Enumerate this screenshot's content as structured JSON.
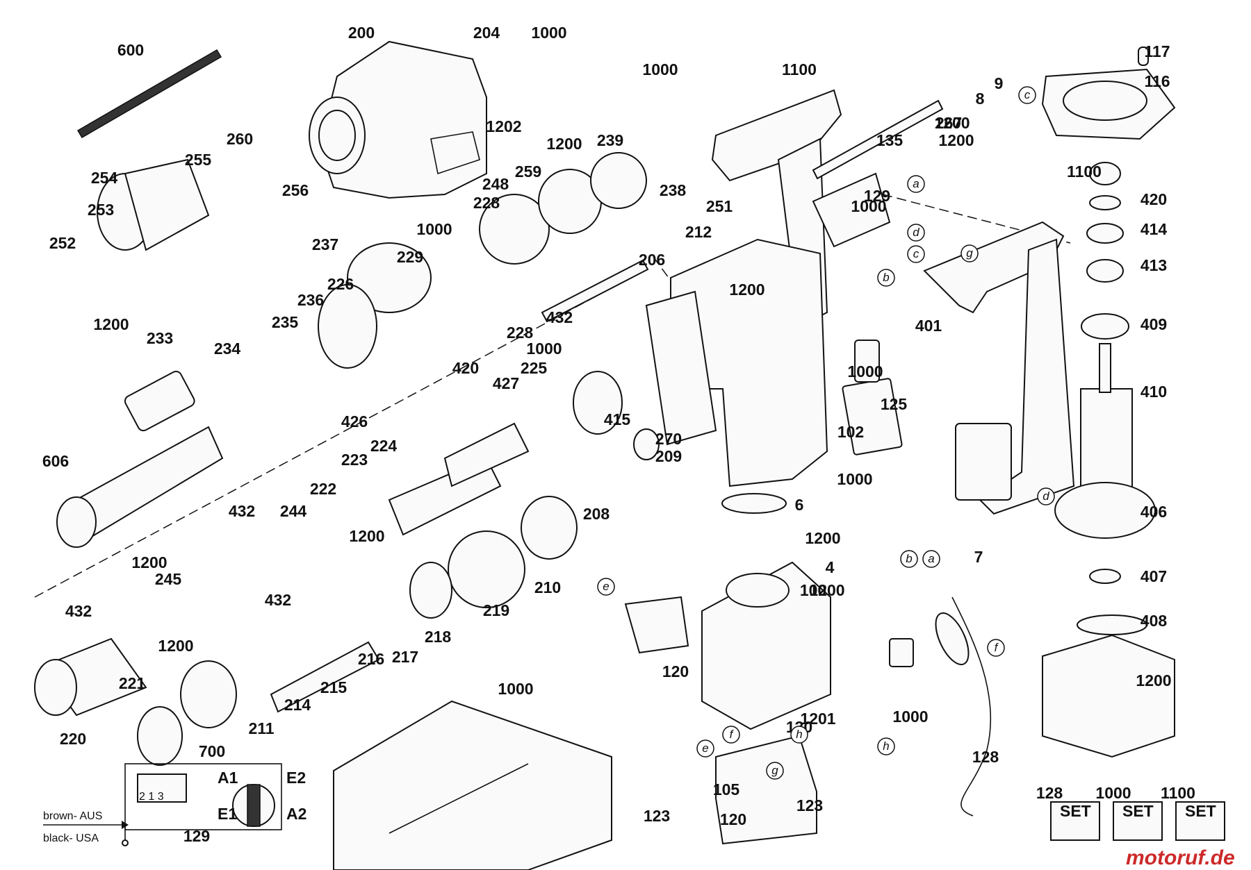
{
  "part_labels": [
    "600",
    "200",
    "204",
    "1000",
    "1000",
    "1100",
    "1200",
    "8",
    "9",
    "117",
    "116",
    "254",
    "253",
    "255",
    "260",
    "256",
    "252",
    "1200",
    "1202",
    "1200",
    "239",
    "259",
    "248",
    "238",
    "228",
    "237",
    "1000",
    "229",
    "226",
    "236",
    "235",
    "234",
    "233",
    "606",
    "432",
    "228",
    "1000",
    "420",
    "225",
    "427",
    "426",
    "224",
    "223",
    "222",
    "244",
    "432",
    "1200",
    "1200",
    "245",
    "432",
    "432",
    "1200",
    "221",
    "220",
    "415",
    "270",
    "209",
    "208",
    "210",
    "219",
    "218",
    "217",
    "216",
    "215",
    "214",
    "211",
    "212",
    "206",
    "1200",
    "251",
    "1000",
    "135",
    "267",
    "1200",
    "129",
    "1100",
    "420",
    "414",
    "413",
    "409",
    "410",
    "406",
    "407",
    "408",
    "1200",
    "401",
    "1000",
    "125",
    "1000",
    "102",
    "6",
    "1200",
    "7",
    "128",
    "4",
    "1200",
    "100",
    "120",
    "130",
    "1201",
    "120",
    "123",
    "123",
    "105",
    "1000",
    "1000",
    "700",
    "129",
    "128",
    "1000",
    "1100",
    "1200"
  ],
  "connector_letters": [
    "a",
    "d",
    "c",
    "b",
    "c",
    "g",
    "d",
    "f",
    "b",
    "a",
    "e",
    "f",
    "e",
    "g",
    "h",
    "h"
  ],
  "wiring": {
    "e1": "E1",
    "e2": "E2",
    "a1": "A1",
    "a2": "A2",
    "switch_pins": "2 1 3",
    "brown_label": "brown- AUS",
    "black_label": "black- USA"
  },
  "set_boxes": [
    "SET",
    "SET",
    "SET"
  ],
  "watermark": "motoruf.de"
}
